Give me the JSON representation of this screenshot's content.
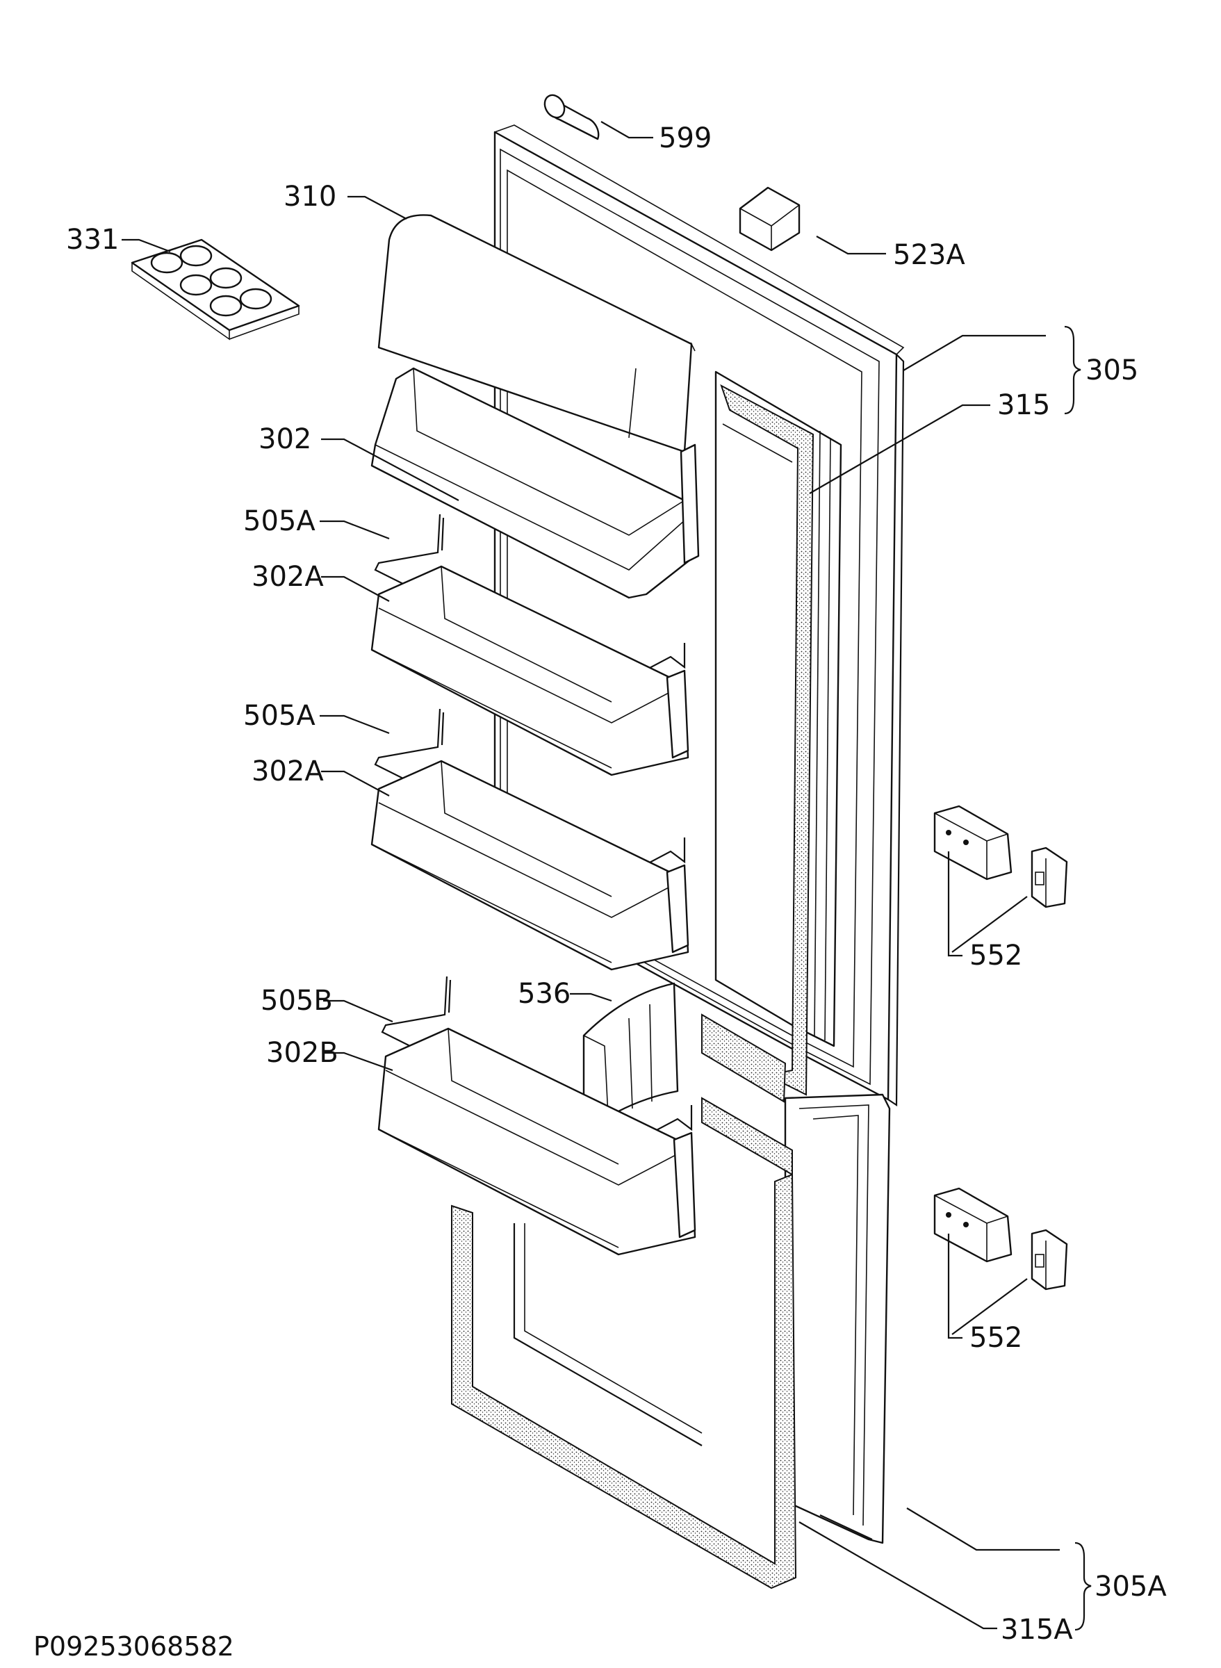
{
  "diagram": {
    "code": "P09253068582",
    "parts": {
      "p599": "599",
      "p310": "310",
      "p331": "331",
      "p523a": "523A",
      "p305": "305",
      "p315": "315",
      "p302": "302",
      "p505a_1": "505A",
      "p302a_1": "302A",
      "p505a_2": "505A",
      "p302a_2": "302A",
      "p552_1": "552",
      "p505b": "505B",
      "p536": "536",
      "p302b": "302B",
      "p552_2": "552",
      "p305a": "305A",
      "p315a": "315A"
    }
  }
}
